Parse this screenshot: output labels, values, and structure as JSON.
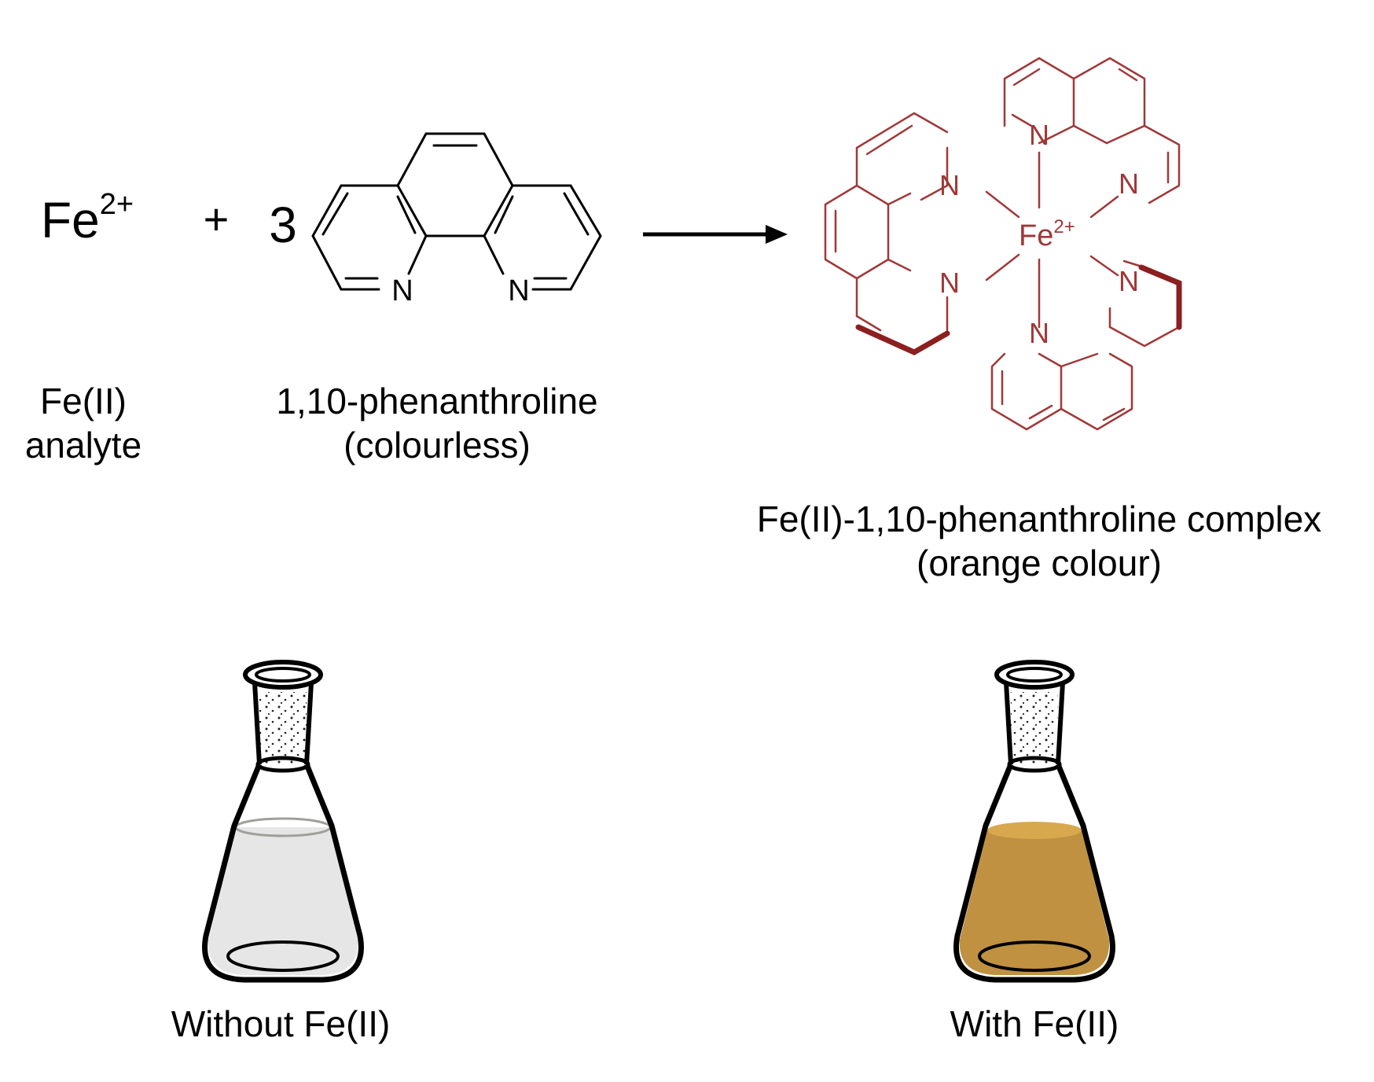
{
  "reaction": {
    "reactant1": {
      "symbol": "Fe",
      "charge": "2+",
      "label_line1": "Fe(II)",
      "label_line2": "analyte"
    },
    "plus": "+",
    "coefficient": "3",
    "reactant2": {
      "atom_n": "N",
      "label_line1": "1,10-phenanthroline",
      "label_line2": "(colourless)"
    },
    "product": {
      "metal": "Fe",
      "charge": "2+",
      "atom_n": "N",
      "label_line1": "Fe(II)-1,10-phenanthroline complex",
      "label_line2": "(orange colour)"
    }
  },
  "flasks": [
    {
      "label": "Without Fe(II)",
      "liquid_color": "#e6e6e6",
      "surface_color": "#a0a09a"
    },
    {
      "label": "With Fe(II)",
      "liquid_color": "#bf9140",
      "surface_color": "#d8a84f"
    }
  ],
  "colors": {
    "ink": "#000000",
    "complex": "#a03838",
    "complex_bold": "#8c1f1f"
  }
}
